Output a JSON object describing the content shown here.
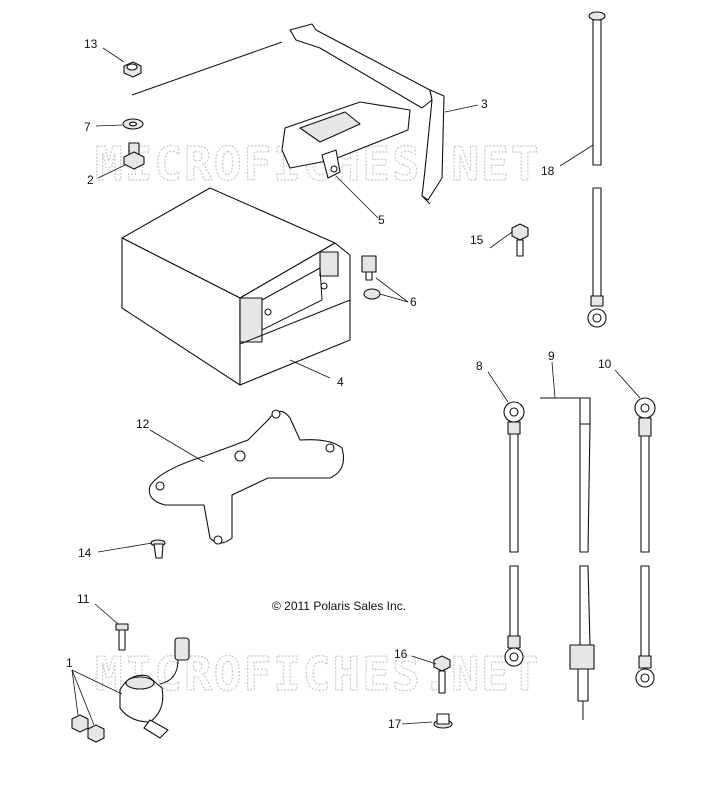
{
  "watermark": "MICROFICHES.NET",
  "copyright": "© 2011 Polaris Sales Inc.",
  "callouts": {
    "c1": "1",
    "c2": "2",
    "c3": "3",
    "c4": "4",
    "c5": "5",
    "c6": "6",
    "c7": "7",
    "c8": "8",
    "c9": "9",
    "c10": "10",
    "c11": "11",
    "c12": "12",
    "c13": "13",
    "c14": "14",
    "c15": "15",
    "c16": "16",
    "c17": "17",
    "c18": "18"
  }
}
